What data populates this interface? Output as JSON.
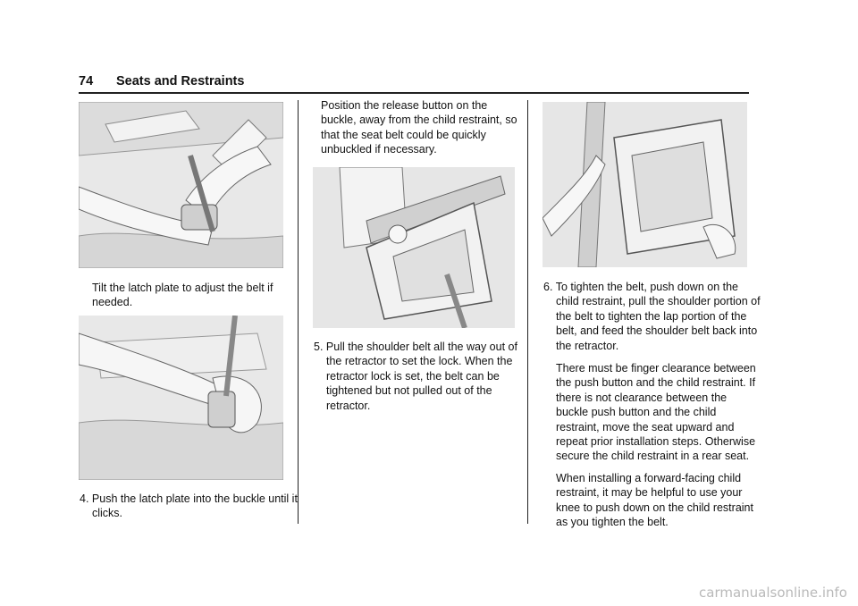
{
  "header": {
    "page_number": "74",
    "section_title": "Seats and Restraints"
  },
  "column1": {
    "caption_1": "Tilt the latch plate to adjust the belt if needed.",
    "step_4_number": "4.",
    "step_4_text": "Push the latch plate into the buckle until it clicks."
  },
  "column2": {
    "intro_text": "Position the release button on the buckle, away from the child restraint, so that the seat belt could be quickly unbuckled if necessary.",
    "step_5_number": "5.",
    "step_5_text": "Pull the shoulder belt all the way out of the retractor to set the lock. When the retractor lock is set, the belt can be tightened but not pulled out of the retractor."
  },
  "column3": {
    "step_6_number": "6.",
    "step_6_text": "To tighten the belt, push down on the child restraint, pull the shoulder portion of the belt to tighten the lap portion of the belt, and feed the shoulder belt back into the retractor.",
    "note_1": "There must be finger clearance between the push button and the child restraint. If there is not clearance between the buckle push button and the child restraint, move the seat upward and repeat prior installation steps. Otherwise secure the child restraint in a rear seat.",
    "note_2": "When installing a forward-facing child restraint, it may be helpful to use your knee to push down on the child restraint as you tighten the belt."
  },
  "watermark": "carmanualsonline.info"
}
